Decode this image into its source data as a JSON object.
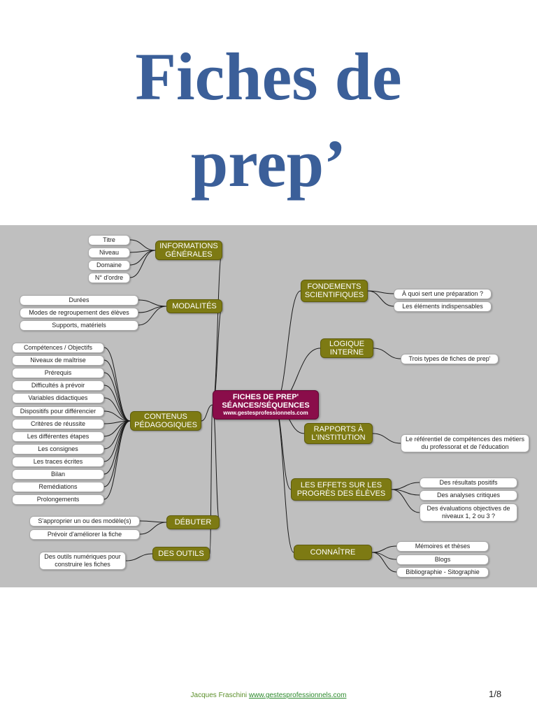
{
  "title": {
    "line1": "Fiches de",
    "line2": "prep’"
  },
  "mindmap": {
    "center": {
      "line1": "FICHES DE PREP'",
      "line2": "SÉANCES/SÉQUENCES",
      "line3": "www.gestesprofessionnels.com"
    },
    "left": [
      {
        "label": "INFORMATIONS GÉNÉRALES",
        "children": [
          "Titre",
          "Niveau",
          "Domaine",
          "N° d'ordre"
        ]
      },
      {
        "label": "MODALITÉS",
        "children": [
          "Durées",
          "Modes de regroupement des élèves",
          "Supports, matériels"
        ]
      },
      {
        "label": "CONTENUS PÉDAGOGIQUES",
        "children": [
          "Compétences / Objectifs",
          "Niveaux de maîtrise",
          "Prérequis",
          "Difficultés à prévoir",
          "Variables didactiques",
          "Dispositifs pour différencier",
          "Critères de réussite",
          "Les différentes étapes",
          "Les consignes",
          "Les traces écrites",
          "Bilan",
          "Remédiations",
          "Prolongements"
        ]
      },
      {
        "label": "DÉBUTER",
        "children": [
          "S'approprier un ou des modèle(s)",
          "Prévoir d'améliorer la fiche"
        ]
      },
      {
        "label": "DES OUTILS",
        "children": [
          "Des outils numériques pour construire les fiches"
        ]
      }
    ],
    "right": [
      {
        "label": "FONDEMENTS SCIENTIFIQUES",
        "children": [
          "À quoi sert une préparation ?",
          "Les éléments indispensables"
        ]
      },
      {
        "label": "LOGIQUE INTERNE",
        "children": [
          "Trois types de fiches de prep'"
        ]
      },
      {
        "label": "RAPPORTS À L'INSTITUTION",
        "children": [
          "Le référentiel de compétences des métiers du professorat et de l'éducation"
        ]
      },
      {
        "label": "LES EFFETS SUR LES PROGRÈS DES ÉLÈVES",
        "children": [
          "Des résultats positifs",
          "Des analyses critiques",
          "Des évaluations objectives de niveaux 1, 2 ou 3 ?"
        ]
      },
      {
        "label": "CONNAÎTRE",
        "children": [
          "Mémoires et thèses",
          "Blogs",
          "Bibliographie - Sitographie"
        ]
      }
    ]
  },
  "footer": {
    "author": "Jacques Fraschini",
    "link": "www.gestesprofessionnels.com",
    "page": "1/8"
  },
  "colors": {
    "title": "#3b5f99",
    "category": "#7d7a13",
    "center": "#8a0d4a",
    "background": "#bfbfbf"
  }
}
